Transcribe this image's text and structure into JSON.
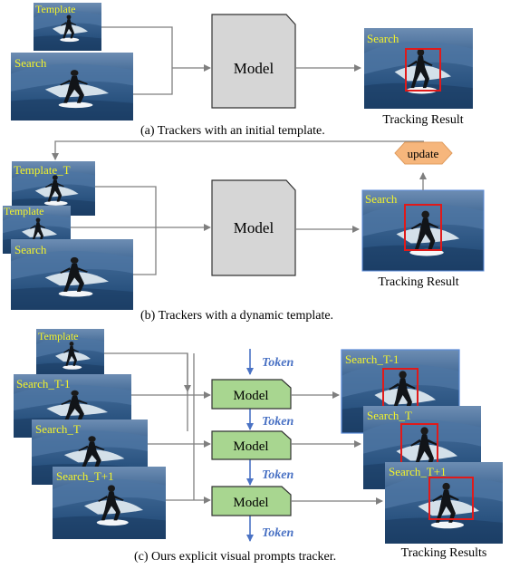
{
  "colors": {
    "photo_sky": "#5f7fa6",
    "photo_wave": "#2f5a86",
    "photo_foam": "#dfe9f0",
    "photo_sea": "#1e4670",
    "label_yellow": "#f3f32a",
    "box_red": "#e01a1a",
    "model_gray_fill": "#d6d6d6",
    "model_green_fill": "#a8d690",
    "update_fill": "#f6b67c",
    "token_blue": "#4a72c4",
    "arrow_gray": "#7f7f7f",
    "frame_blue": "#5b8bd8"
  },
  "icons": {
    "surfer": "surfer-photo",
    "tracking_box": "red-bounding-box"
  },
  "panel_a": {
    "template_label": "Template",
    "search_label": "Search",
    "model_label": "Model",
    "result_label": "Search",
    "result_caption": "Tracking Result",
    "caption": "(a) Trackers with an initial template."
  },
  "panel_b": {
    "template_t_label": "Template_T",
    "template_label": "Template",
    "search_label": "Search",
    "model_label": "Model",
    "result_label": "Search",
    "result_caption": "Tracking Result",
    "update_label": "update",
    "caption": "(b) Trackers with a dynamic template."
  },
  "panel_c": {
    "template_label": "Template",
    "search_labels": [
      "Search_T-1",
      "Search_T",
      "Search_T+1"
    ],
    "model_label": "Model",
    "token_label": "Token",
    "result_labels": [
      "Search_T-1",
      "Search_T",
      "Search_T+1"
    ],
    "result_caption": "Tracking Results",
    "caption": "(c) Ours explicit visual prompts tracker."
  }
}
